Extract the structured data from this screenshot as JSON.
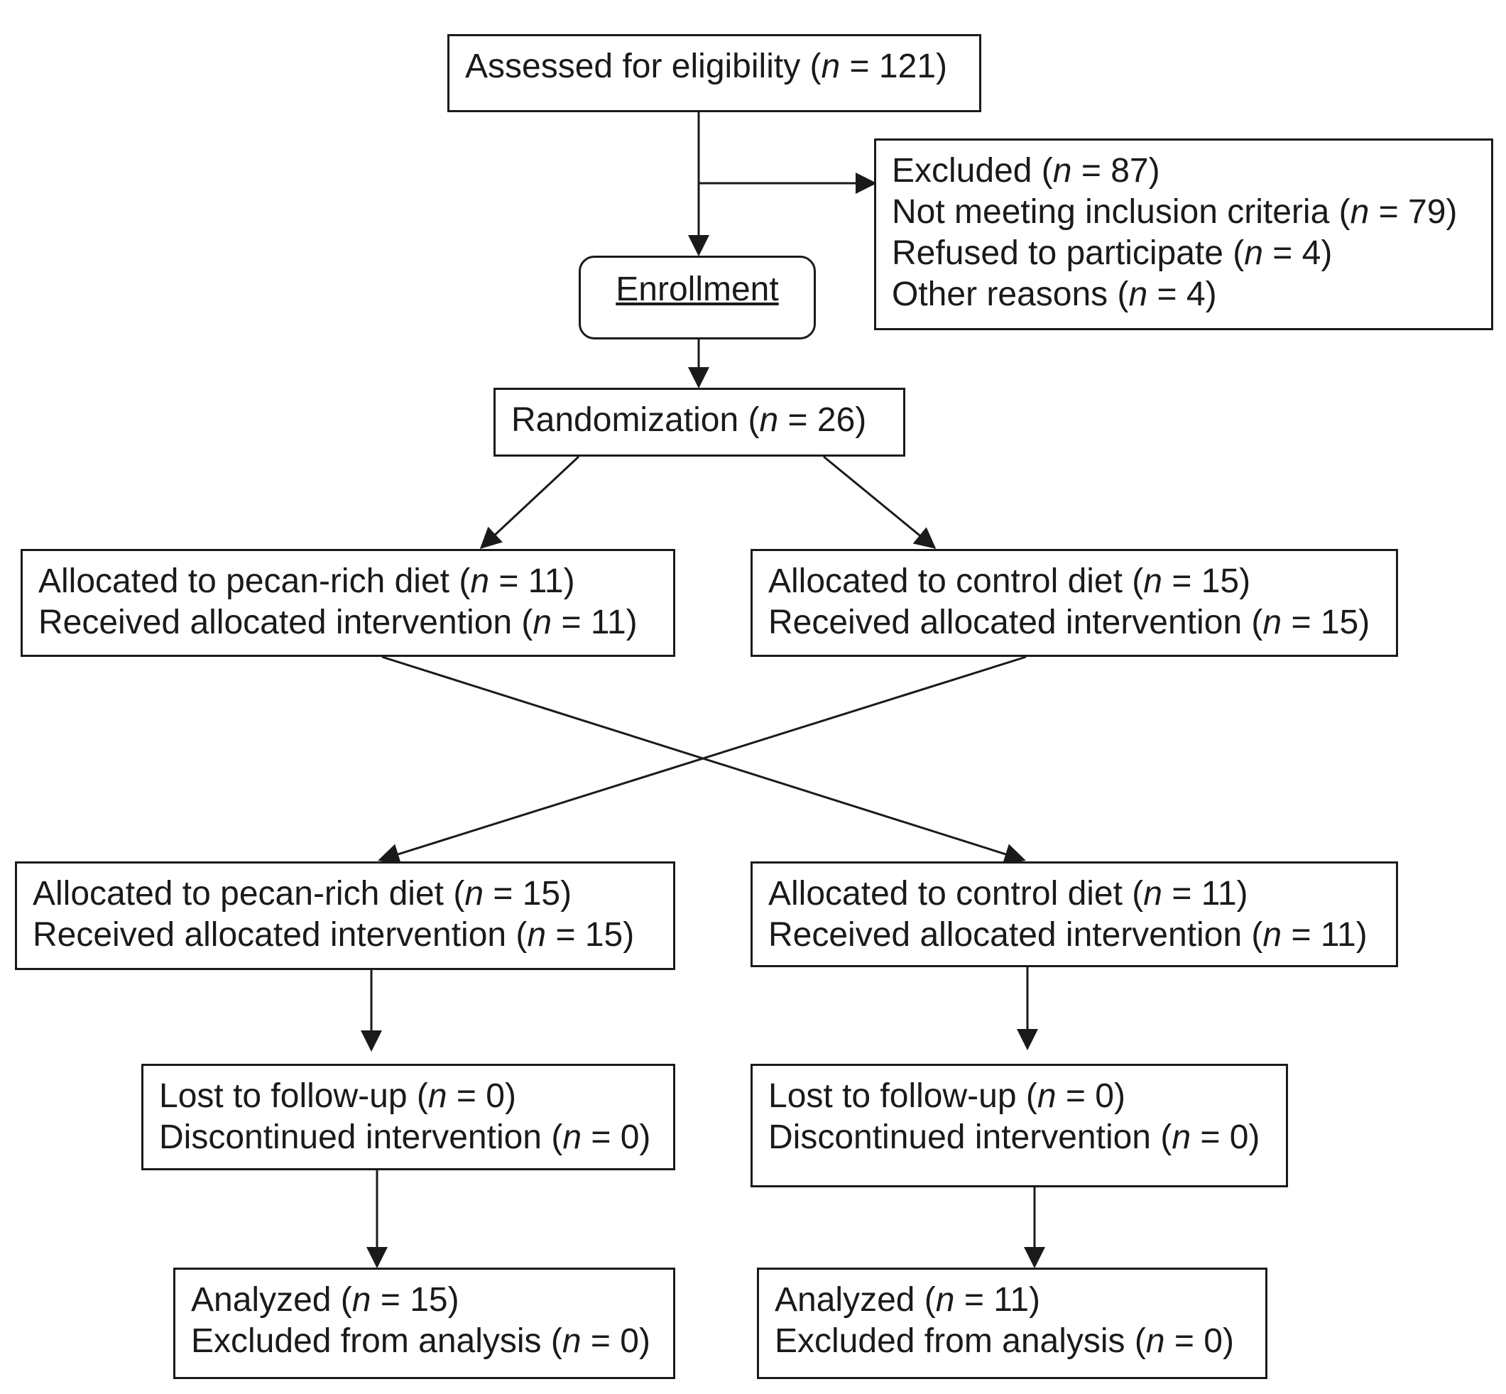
{
  "assessed": {
    "lines": [
      {
        "pre": "Assessed for eligibility (",
        "n": "n",
        "post": " = 121)"
      }
    ]
  },
  "excluded": {
    "lines": [
      {
        "pre": "Excluded (",
        "n": "n",
        "post": " = 87)"
      },
      {
        "pre": "Not meeting inclusion criteria (",
        "n": "n",
        "post": " = 79)"
      },
      {
        "pre": "Refused to participate (",
        "n": "n",
        "post": " = 4)"
      },
      {
        "pre": "Other reasons (",
        "n": "n",
        "post": " = 4)"
      }
    ]
  },
  "enrollment": {
    "label": "Enrollment"
  },
  "randomization": {
    "lines": [
      {
        "pre": "Randomization (",
        "n": "n",
        "post": " = 26)"
      }
    ]
  },
  "alloc_pecan_1": {
    "lines": [
      {
        "pre": "Allocated to pecan-rich diet (",
        "n": "n",
        "post": " = 11)"
      },
      {
        "pre": "Received allocated intervention (",
        "n": "n",
        "post": " = 11)"
      }
    ]
  },
  "alloc_control_1": {
    "lines": [
      {
        "pre": "Allocated to control diet (",
        "n": "n",
        "post": " = 15)"
      },
      {
        "pre": "Received allocated intervention (",
        "n": "n",
        "post": " = 15)"
      }
    ]
  },
  "alloc_pecan_2": {
    "lines": [
      {
        "pre": "Allocated to pecan-rich diet (",
        "n": "n",
        "post": " = 15)"
      },
      {
        "pre": "Received allocated intervention (",
        "n": "n",
        "post": " = 15)"
      }
    ]
  },
  "alloc_control_2": {
    "lines": [
      {
        "pre": "Allocated to control diet (",
        "n": "n",
        "post": " = 11)"
      },
      {
        "pre": "Received allocated intervention (",
        "n": "n",
        "post": " = 11)"
      }
    ]
  },
  "followup_left": {
    "lines": [
      {
        "pre": "Lost to follow-up (",
        "n": "n",
        "post": " = 0)"
      },
      {
        "pre": "Discontinued intervention (",
        "n": "n",
        "post": " = 0)"
      }
    ]
  },
  "followup_right": {
    "lines": [
      {
        "pre": "Lost to follow-up (",
        "n": "n",
        "post": " = 0)"
      },
      {
        "pre": "Discontinued intervention (",
        "n": "n",
        "post": " = 0)"
      }
    ]
  },
  "analyzed_left": {
    "lines": [
      {
        "pre": "Analyzed (",
        "n": "n",
        "post": " = 15)"
      },
      {
        "pre": "Excluded from analysis (",
        "n": "n",
        "post": " = 0)"
      }
    ]
  },
  "analyzed_right": {
    "lines": [
      {
        "pre": "Analyzed (",
        "n": "n",
        "post": " = 11)"
      },
      {
        "pre": "Excluded from analysis (",
        "n": "n",
        "post": " = 0)"
      }
    ]
  }
}
